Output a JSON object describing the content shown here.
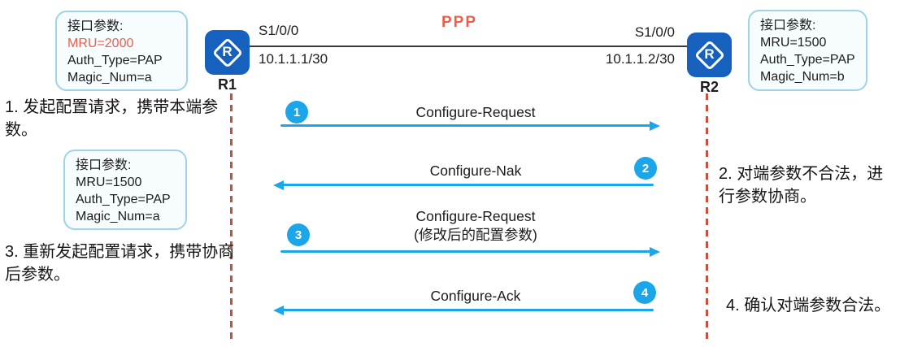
{
  "colors": {
    "router_blue": "#1661BE",
    "arrow_blue": "#1BA6E9",
    "lifeline_red": "#C8503C",
    "highlight_red": "#E8604C",
    "ppp_red": "#E8604C",
    "box_border": "#9ED3E8",
    "box_fill": "#F7FCFE",
    "link_line": "#3A3A3A",
    "text_dark": "#1D1D1D"
  },
  "topology": {
    "ppp_label": "PPP",
    "link": {
      "left_interface": "S1/0/0",
      "left_ip": "10.1.1.1/30",
      "right_interface": "S1/0/0",
      "right_ip": "10.1.1.2/30"
    },
    "routers": [
      {
        "name": "R1",
        "icon_letter": "R"
      },
      {
        "name": "R2",
        "icon_letter": "R"
      }
    ]
  },
  "interface_boxes": [
    {
      "title": "接口参数:",
      "mru": "MRU=2000",
      "auth": "Auth_Type=PAP",
      "magic": "Magic_Num=a"
    },
    {
      "title": "接口参数:",
      "mru": "MRU=1500",
      "auth": "Auth_Type=PAP",
      "magic": "Magic_Num=a"
    },
    {
      "title": "接口参数:",
      "mru": "MRU=1500",
      "auth": "Auth_Type=PAP",
      "magic": "Magic_Num=b"
    }
  ],
  "messages": [
    {
      "step": "1",
      "label": "Configure-Request",
      "direction": "right"
    },
    {
      "step": "2",
      "label": "Configure-Nak",
      "direction": "left"
    },
    {
      "step": "3",
      "label": "Configure-Request",
      "sublabel": "(修改后的配置参数)",
      "direction": "right"
    },
    {
      "step": "4",
      "label": "Configure-Ack",
      "direction": "left"
    }
  ],
  "notes": [
    {
      "text": "1. 发起配置请求，携带本端参数。"
    },
    {
      "text": "2. 对端参数不合法，进行参数协商。"
    },
    {
      "text": "3. 重新发起配置请求，携带协商后参数。"
    },
    {
      "text": "4. 确认对端参数合法。"
    }
  ]
}
